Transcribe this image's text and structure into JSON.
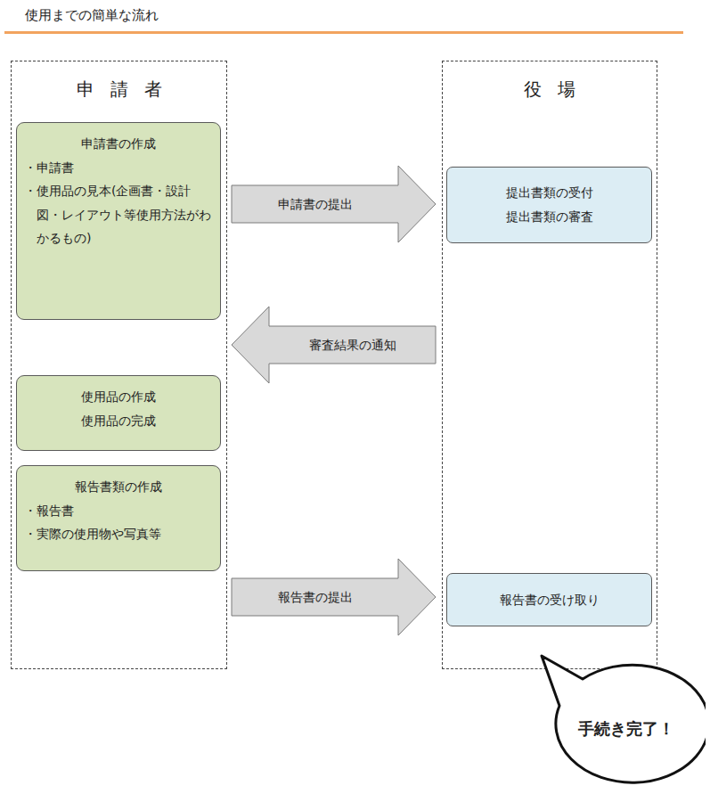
{
  "diagram": {
    "title": "使用までの簡単な流れ",
    "nodes": [
      {
        "text": [
          "申請者"
        ]
      },
      {
        "text": [
          "申請書の作成",
          "・申請書",
          "・使用品の見本(企画書・設計図・レイアウト等使用方法がわかるもの)"
        ],
        "in": 0
      },
      {
        "text": [
          "使用品の作成",
          "使用品の完成"
        ],
        "in": 0
      },
      {
        "text": [
          "報告書類の作成",
          "・報告書",
          "・実際の使用物や写真等"
        ],
        "in": 0
      },
      {
        "text": [
          "役場"
        ]
      },
      {
        "text": [
          "提出書類の受付",
          "提出書類の審査"
        ],
        "in": 4
      },
      {
        "text": [
          "報告書の受け取り"
        ],
        "in": 4
      },
      {
        "text": [
          "手続き完了！"
        ]
      }
    ],
    "edges": [
      {
        "from": 1,
        "to": 5,
        "label": "申請書の提出",
        "arrow": "to"
      },
      {
        "from": 5,
        "to": 1,
        "label": "審査結果の通知",
        "arrow": "to"
      },
      {
        "from": 3,
        "to": 6,
        "label": "報告書の提出",
        "arrow": "to"
      }
    ]
  }
}
